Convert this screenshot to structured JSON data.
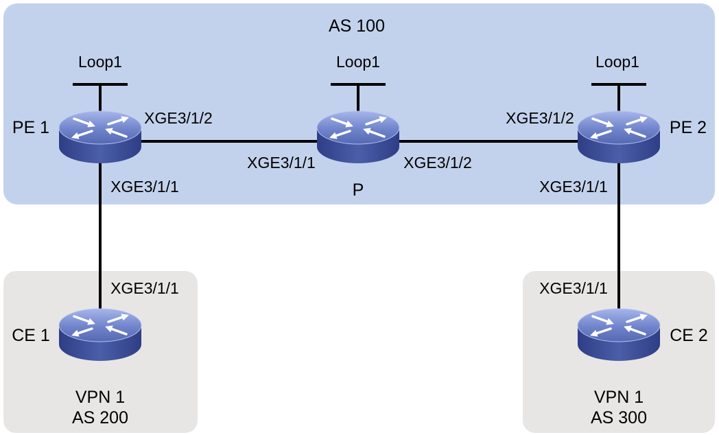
{
  "regions": {
    "as100": {
      "label": "AS 100"
    },
    "site_ce1": {
      "vpn": "VPN 1",
      "as": "AS 200"
    },
    "site_ce2": {
      "vpn": "VPN 1",
      "as": "AS 300"
    }
  },
  "devices": {
    "pe1": {
      "label": "PE 1",
      "loopback": "Loop1",
      "icon": "router-icon",
      "ports": {
        "to_p": "XGE3/1/2",
        "to_ce1": "XGE3/1/1"
      }
    },
    "p": {
      "label": "P",
      "loopback": "Loop1",
      "icon": "router-icon",
      "ports": {
        "to_pe1": "XGE3/1/1",
        "to_pe2": "XGE3/1/2"
      }
    },
    "pe2": {
      "label": "PE 2",
      "loopback": "Loop1",
      "icon": "router-icon",
      "ports": {
        "to_p": "XGE3/1/2",
        "to_ce2": "XGE3/1/1"
      }
    },
    "ce1": {
      "label": "CE 1",
      "icon": "router-icon",
      "ports": {
        "to_pe1": "XGE3/1/1"
      }
    },
    "ce2": {
      "label": "CE 2",
      "icon": "router-icon",
      "ports": {
        "to_pe2": "XGE3/1/1"
      }
    }
  },
  "colors": {
    "as100_region": "#c3d2ec",
    "site_region": "#e8e6e4",
    "link": "#000000"
  }
}
